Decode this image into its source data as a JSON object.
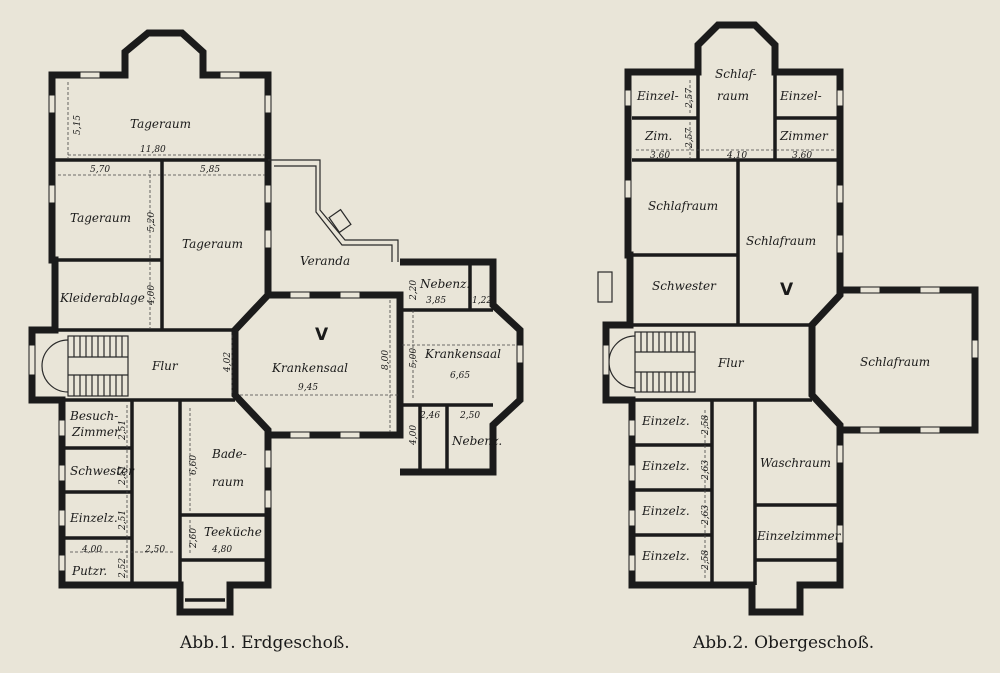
{
  "captions": {
    "ground": "Abb.1. Erdgeschoß.",
    "upper": "Abb.2. Obergeschoß."
  },
  "ground": {
    "v_mark": "V",
    "rooms": {
      "tageraum": "Tageraum",
      "kleiderablage": "Kleiderablage",
      "veranda": "Veranda",
      "flur": "Flur",
      "krankensaal": "Krankensaal",
      "nebenz": "Nebenz.",
      "besuch_1": "Besuch-",
      "besuch_2": "Zimmer",
      "schwester": "Schwester",
      "einzelz": "Einzelz.",
      "putzr": "Putzr.",
      "baderaum_1": "Bade-",
      "baderaum_2": "raum",
      "teekueche": "Teeküche"
    },
    "dims": {
      "d1180": "11,80",
      "d570": "5,70",
      "d585": "5,85",
      "d945": "9,45",
      "d665": "6,65",
      "d385": "3,85",
      "d122": "1,22",
      "d246": "2,46",
      "d250a": "2,50",
      "d250b": "2,50",
      "d400": "4,00",
      "d480": "4,80",
      "d515": "5,15",
      "d520": "5,20",
      "d400v": "4,00",
      "d402": "4,02",
      "d800": "8,00",
      "d500": "5,00",
      "d220": "2,20",
      "d400e": "4,00",
      "d660": "6,60",
      "d260": "2,60",
      "d251a": "2,51",
      "d251b": "2,51",
      "d251c": "2,51",
      "d252": "2,52"
    }
  },
  "upper": {
    "v_mark": "V",
    "rooms": {
      "schlaf_1": "Schlaf-",
      "schlaf_2": "raum",
      "einzel": "Einzel-",
      "zim": "Zim.",
      "zimmer": "Zimmer",
      "schlafraum": "Schlafraum",
      "schwester": "Schwester",
      "flur": "Flur",
      "einzelz": "Einzelz.",
      "waschraum": "Waschraum",
      "einzelzimmer": "Einzelzimmer"
    },
    "dims": {
      "d360a": "3,60",
      "d410": "4,10",
      "d360b": "3,60",
      "d257a": "2,57",
      "d257b": "2,57",
      "d258a": "2,58",
      "d263a": "2,63",
      "d263b": "2,63",
      "d258b": "2,58"
    }
  }
}
